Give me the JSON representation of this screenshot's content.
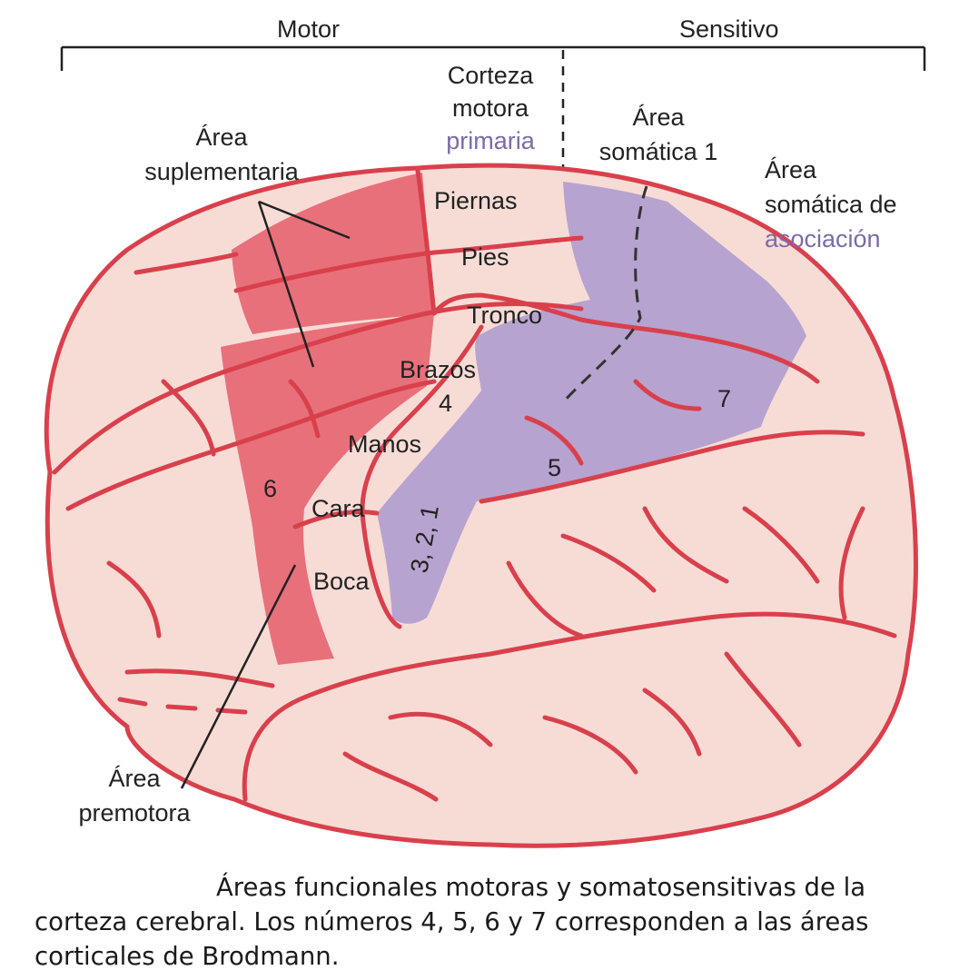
{
  "header": {
    "motor": "Motor",
    "sensitivo": "Sensitivo"
  },
  "labels": {
    "corteza_motora": [
      "Corteza",
      "motora",
      "primaria"
    ],
    "area_somatica_1": [
      "Área",
      "somática 1"
    ],
    "area_somatica_asociacion": [
      "Área",
      "somática de",
      "asociación"
    ],
    "area_suplementaria": [
      "Área",
      "suplementaria"
    ],
    "area_premotora": [
      "Área",
      "premotora"
    ],
    "body_parts": [
      "Piernas",
      "Pies",
      "Tronco",
      "Brazos",
      "Manos",
      "Cara",
      "Boca"
    ],
    "brodmann": [
      "4",
      "6",
      "5",
      "7",
      "3, 2, 1"
    ]
  },
  "colors": {
    "cortex": "#f7dcd6",
    "vessel": "#d9404c",
    "motor_area": "#e8707a",
    "sensory_area": "#b7a3cf",
    "label_purple": "#7d6aa8"
  },
  "caption": {
    "line1": "Áreas funcionales motoras y somatosensitivas de la",
    "line2": "corteza cerebral. Los números 4, 5, 6 y 7 corresponden a las áreas",
    "line3": "corticales de Brodmann."
  }
}
